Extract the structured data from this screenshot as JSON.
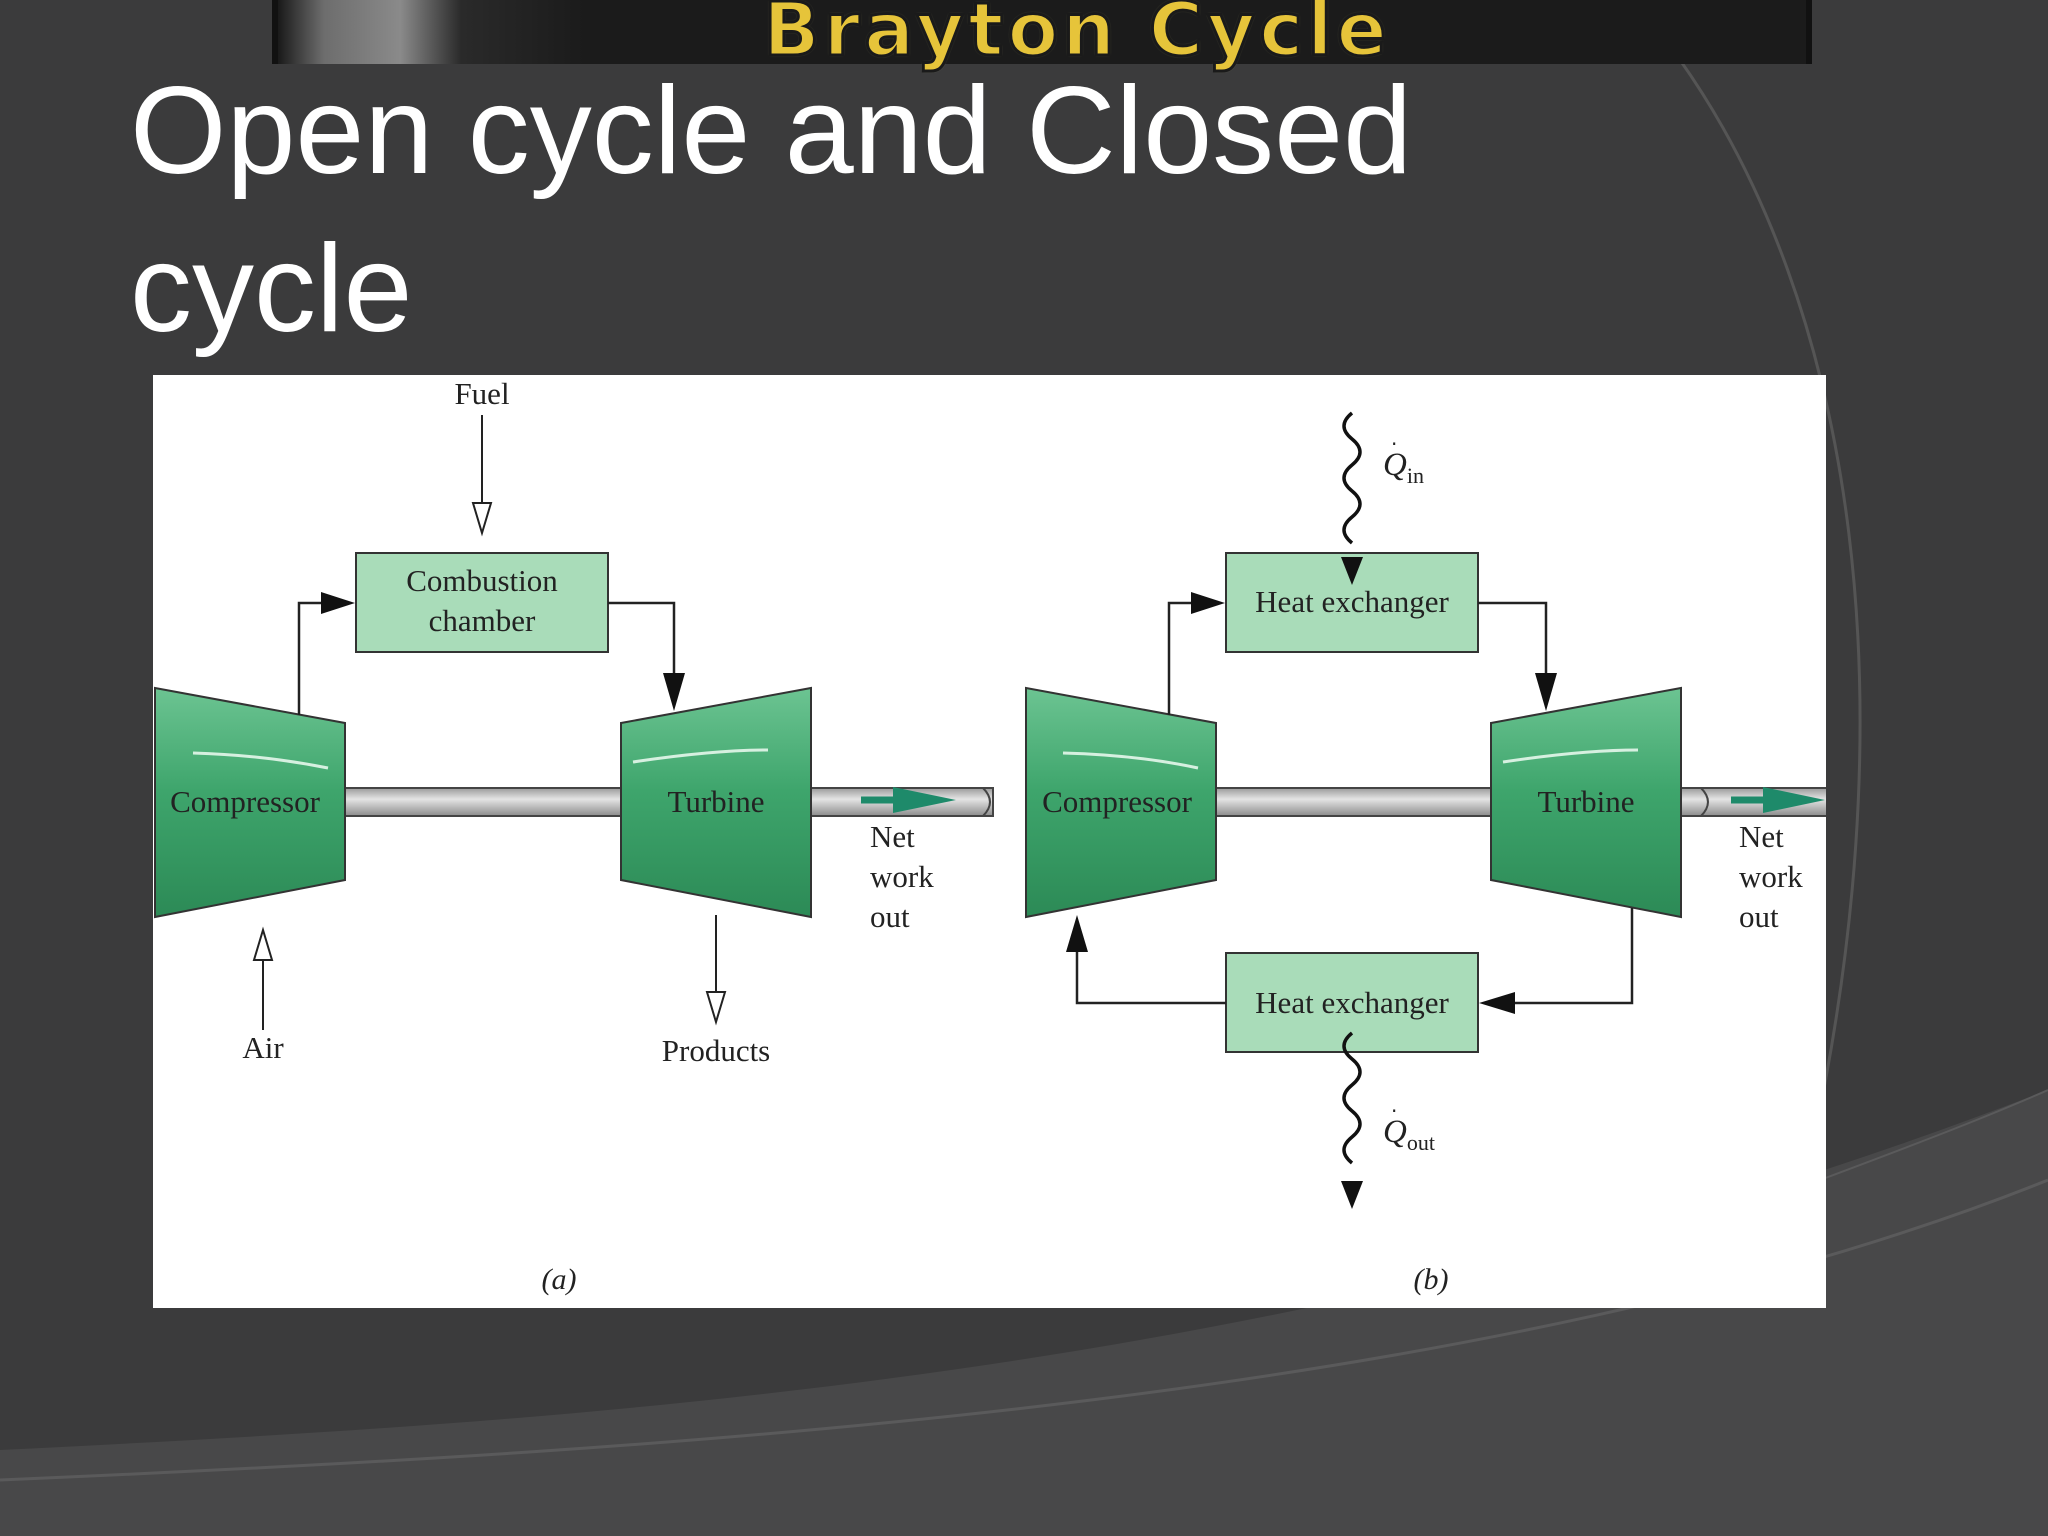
{
  "banner": {
    "title": "Brayton Cycle"
  },
  "slide": {
    "title": "Open cycle and Closed cycle"
  },
  "diagram_a": {
    "fuel": "Fuel",
    "combustion_line1": "Combustion",
    "combustion_line2": "chamber",
    "compressor": "Compressor",
    "turbine": "Turbine",
    "air": "Air",
    "products": "Products",
    "net1": "Net",
    "net2": "work",
    "net3": "out",
    "caption": "(a)"
  },
  "diagram_b": {
    "heat_exchanger_top": "Heat exchanger",
    "heat_exchanger_bottom": "Heat exchanger",
    "compressor": "Compressor",
    "turbine": "Turbine",
    "q_in_symbol": "Q",
    "q_in_sub": "in",
    "q_out_symbol": "Q",
    "q_out_sub": "out",
    "net1": "Net",
    "net2": "work",
    "net3": "out",
    "caption": "(b)"
  },
  "colors": {
    "background": "#3b3b3c",
    "component_fill": "#3ea56c",
    "box_fill": "#a9dcb9",
    "work_arrow": "#1e8a6a",
    "banner_text": "#e6c43a"
  }
}
